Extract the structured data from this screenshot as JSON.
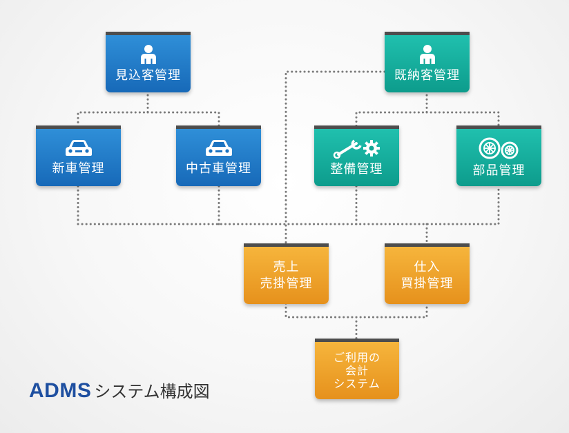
{
  "nodes": {
    "prospect": {
      "label": "見込客管理",
      "icon": "person-icon",
      "color": "#1f7bc9"
    },
    "existing": {
      "label": "既納客管理",
      "icon": "person-icon",
      "color": "#14ad9c"
    },
    "new_car": {
      "label": "新車管理",
      "icon": "car-icon",
      "color": "#1f7bc9"
    },
    "used_car": {
      "label": "中古車管理",
      "icon": "car-icon",
      "color": "#1f7bc9"
    },
    "maintenance": {
      "label": "整備管理",
      "icon": "wrench-gear-icon",
      "color": "#14ad9c"
    },
    "parts": {
      "label": "部品管理",
      "icon": "tire-icon",
      "color": "#14ad9c"
    },
    "sales": {
      "line1": "売上",
      "line2": "売掛管理",
      "color": "#f0a22e"
    },
    "purchase": {
      "line1": "仕入",
      "line2": "買掛管理",
      "color": "#f0a22e"
    },
    "accounting": {
      "line1": "ご利用の",
      "line2": "会計",
      "line3": "システム",
      "color": "#f0a22e"
    }
  },
  "title": {
    "brand": "ADMS",
    "rest": "システム構成図",
    "brand_color": "#1e4fa0"
  },
  "connector_color": "#7a7a7a"
}
